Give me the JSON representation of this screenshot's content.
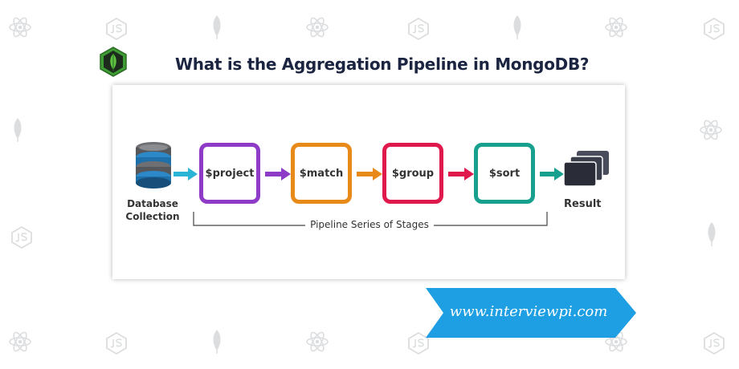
{
  "title": "What is the Aggregation Pipeline in MongoDB?",
  "source": {
    "label_line1": "Database",
    "label_line2": "Collection",
    "icon": "database-icon"
  },
  "stages": [
    {
      "label": "$project",
      "color": "#8e3bc8"
    },
    {
      "label": "$match",
      "color": "#e88a1a"
    },
    {
      "label": "$group",
      "color": "#e0194c"
    },
    {
      "label": "$sort",
      "color": "#17a08d"
    }
  ],
  "input_arrow_color": "#29b4d6",
  "result": {
    "label": "Result",
    "icon": "stacked-documents-icon"
  },
  "pipeline_caption": "Pipeline Series of Stages",
  "banner": {
    "text": "www.interviewpi.com",
    "color": "#1e9fe3"
  },
  "logo_icon": "mongodb-leaf-hexagon-icon",
  "background_icons": [
    "react-icon",
    "nodejs-icon",
    "mongodb-leaf-icon"
  ]
}
